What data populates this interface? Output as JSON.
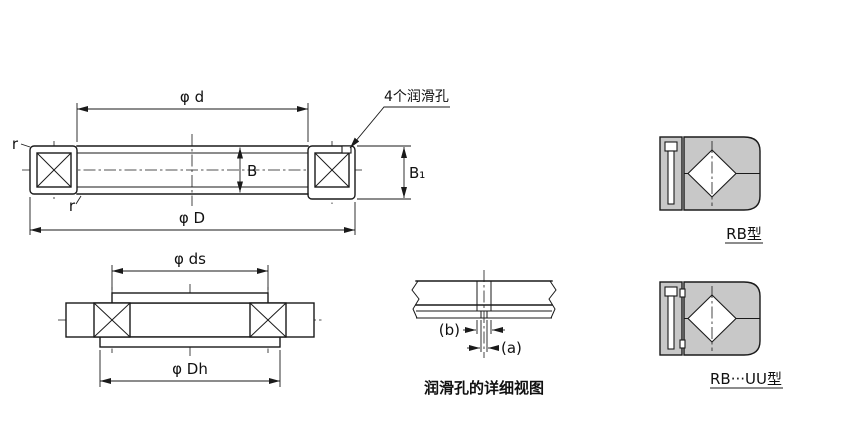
{
  "main_view": {
    "dim_inner_diameter": "φ d",
    "dim_width": "B",
    "dim_inner_ring_width": "B₁",
    "dim_outer_diameter": "φ D",
    "fillet_top": "r",
    "fillet_bottom": "r",
    "lube_holes_callout": "4个润滑孔"
  },
  "mounted_view": {
    "dim_shaft_seat_diameter": "φ ds",
    "dim_housing_seat_diameter": "φ Dh"
  },
  "detail_view": {
    "dim_a": "(a)",
    "dim_b": "(b)",
    "caption": "润滑孔的详细视图"
  },
  "type_figures": {
    "rb_label": "RB型",
    "rb_uu_label": "RB···UU型"
  },
  "colors": {
    "line": "#1a1a1a",
    "section_fill": "#c8c8c8",
    "background": "#ffffff"
  }
}
